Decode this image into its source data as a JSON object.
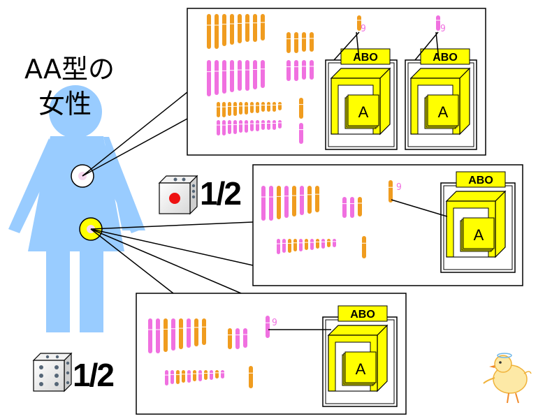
{
  "title": {
    "line1": "AA型の",
    "line2": "女性"
  },
  "probabilities": {
    "upper": "1/2",
    "lower": "1/2"
  },
  "chromosome_label": "9",
  "gene_box_label": "ABO",
  "allele_label": "A",
  "colors": {
    "figure": "#99ccff",
    "maternal_chromosome": "#f09c1f",
    "paternal_chromosome": "#f070e0",
    "gene_box": "#ffff00",
    "egg_highlight": "#ffff00",
    "die_dot_red": "#ee1111",
    "die_dot_gray": "#556677"
  },
  "icons": {
    "person": "woman-figure-icon",
    "die_red": "die-one-red-icon",
    "die_gray": "die-six-icon",
    "chick": "chick-drawing-icon"
  }
}
